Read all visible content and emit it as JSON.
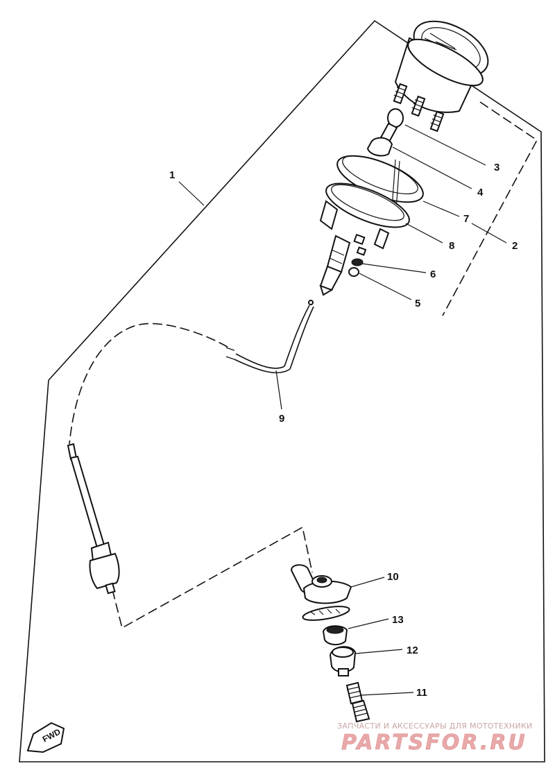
{
  "callouts": {
    "c1": "1",
    "c2": "2",
    "c3": "3",
    "c4": "4",
    "c5": "5",
    "c6": "6",
    "c7": "7",
    "c8": "8",
    "c9": "9",
    "c10": "10",
    "c11": "11",
    "c12": "12",
    "c13": "13"
  },
  "fwd_label": "FWD",
  "watermark": {
    "tagline": "ЗАПЧАСТИ И АКСЕССУАРЫ ДЛЯ МОТОТЕХНИКИ",
    "brand": "PARTSFOR.RU"
  }
}
